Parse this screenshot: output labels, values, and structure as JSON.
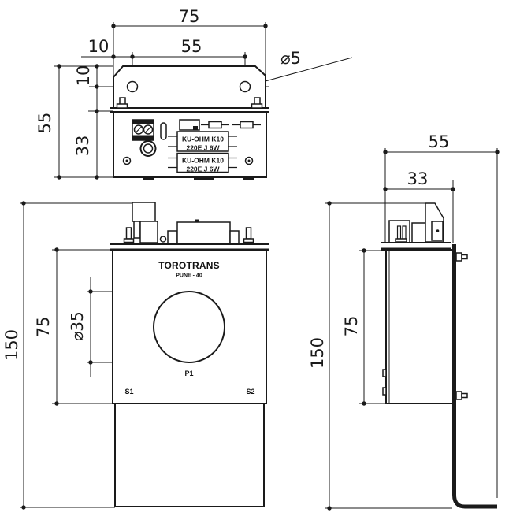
{
  "drawing": {
    "background_color": "#ffffff",
    "line_color": "#1a1a1a",
    "views": {
      "top": {
        "dims": {
          "overall_width": "75",
          "hole_edge_offset": "10",
          "hole_spacing": "55",
          "hole_vertical_offset": "10",
          "overall_depth": "55",
          "body_depth": "33",
          "hole_diameter": "⌀5"
        },
        "resistor_label": {
          "line1": "KU-OHM K10",
          "line2": "220E J 6W"
        }
      },
      "front": {
        "dims": {
          "overall_height": "150",
          "body_height": "75",
          "aperture_diameter": "⌀35"
        },
        "labels": {
          "brand": "TOROTRANS",
          "model": "PUNE - 40",
          "primary": "P1",
          "secondary1": "S1",
          "secondary2": "S2"
        }
      },
      "side": {
        "dims": {
          "overall_depth": "55",
          "body_depth": "33",
          "overall_height": "150",
          "body_height": "75"
        }
      }
    }
  }
}
